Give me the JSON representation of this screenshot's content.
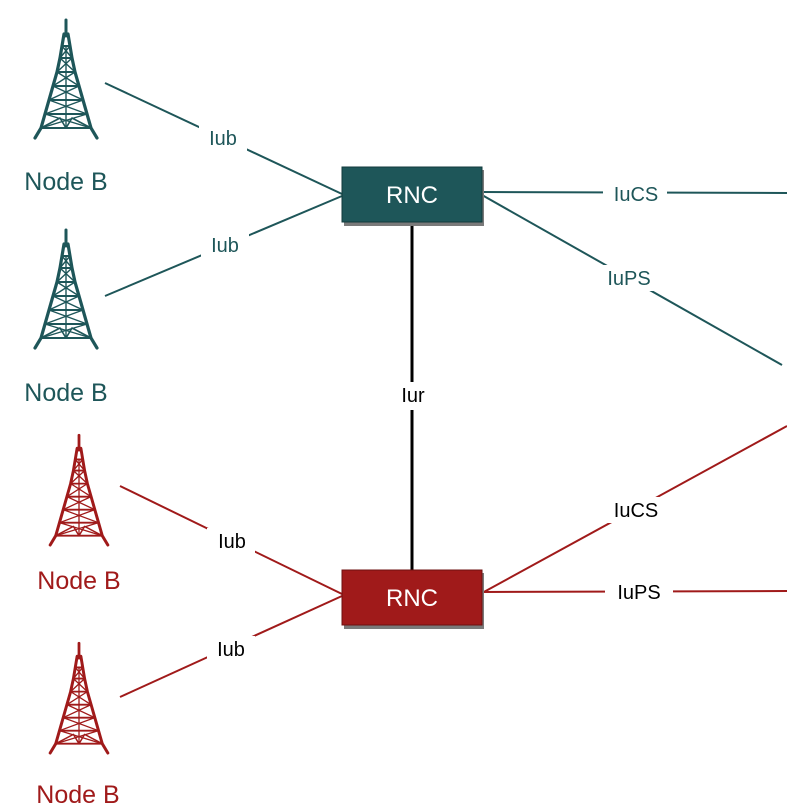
{
  "colors": {
    "top": "#1e5659",
    "bottom": "#a01a1a",
    "link": "#000000",
    "shadow": "#7a7a7a"
  },
  "rnc_top": {
    "label": "RNC"
  },
  "rnc_bottom": {
    "label": "RNC"
  },
  "iur": {
    "label": "Iur"
  },
  "top_group": {
    "node_b_1": {
      "label": "Node B",
      "link_label": "Iub"
    },
    "node_b_2": {
      "label": "Node B",
      "link_label": "Iub"
    },
    "iucs_label": "IuCS",
    "iups_label": "IuPS"
  },
  "bottom_group": {
    "node_b_1": {
      "label": "Node B",
      "link_label": "Iub"
    },
    "node_b_2": {
      "label": "Node B",
      "link_label": "Iub"
    },
    "iucs_label": "IuCS",
    "iups_label": "IuPS"
  },
  "icons": {
    "tower": "cell-tower-icon"
  }
}
